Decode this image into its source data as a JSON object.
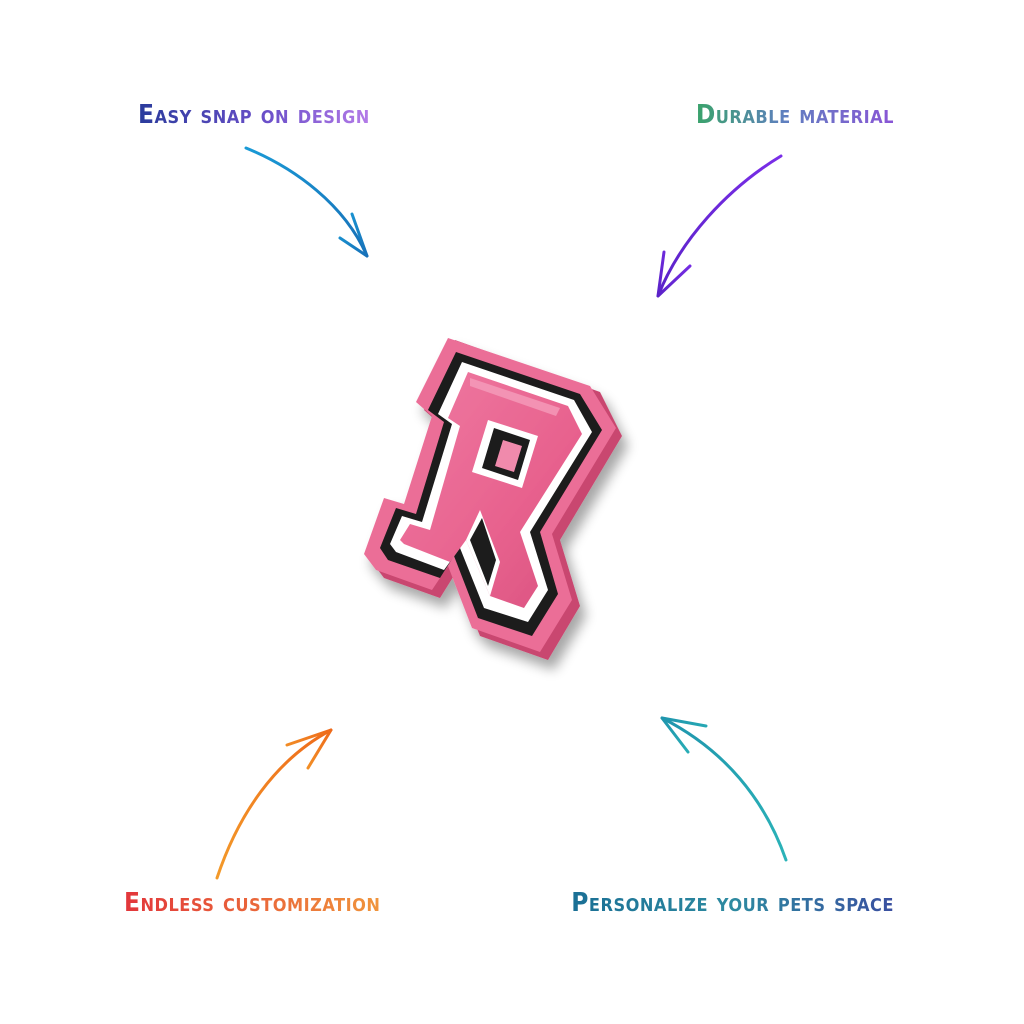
{
  "features": {
    "top_left": "Easy snap on design",
    "top_right": "Durable material",
    "bottom_left": "Endless customization",
    "bottom_right": "Personalize your pets space"
  },
  "product": {
    "letter": "R"
  },
  "colors": {
    "arrow_top_left": "#1a84c9",
    "arrow_top_right": "#6a2be0",
    "arrow_bottom_left": "#f07a1e",
    "arrow_bottom_right": "#25a5b3",
    "charm_pink": "#e8658f",
    "charm_outline_black": "#1a1a1a",
    "charm_outline_white": "#ffffff"
  }
}
